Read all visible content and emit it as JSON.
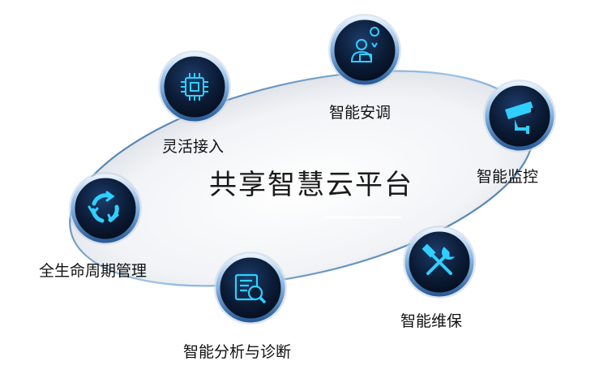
{
  "center_title": "共享智慧云平台",
  "nodes": [
    {
      "id": "flexible-access",
      "label": "灵活接入",
      "icon": "chip-icon"
    },
    {
      "id": "smart-install",
      "label": "智能安调",
      "icon": "technician-laptop-icon"
    },
    {
      "id": "smart-monitor",
      "label": "智能监控",
      "icon": "cctv-camera-icon"
    },
    {
      "id": "lifecycle",
      "label": "全生命周期管理",
      "icon": "cycle-arrows-icon"
    },
    {
      "id": "analysis",
      "label": "智能分析与诊断",
      "icon": "document-search-icon"
    },
    {
      "id": "maintenance",
      "label": "智能维保",
      "icon": "wrench-hammer-icon"
    }
  ],
  "colors": {
    "icon_cyan": "#2fd0ff",
    "circle_dark": "#0b1a33",
    "ring": "#8fb8df"
  }
}
